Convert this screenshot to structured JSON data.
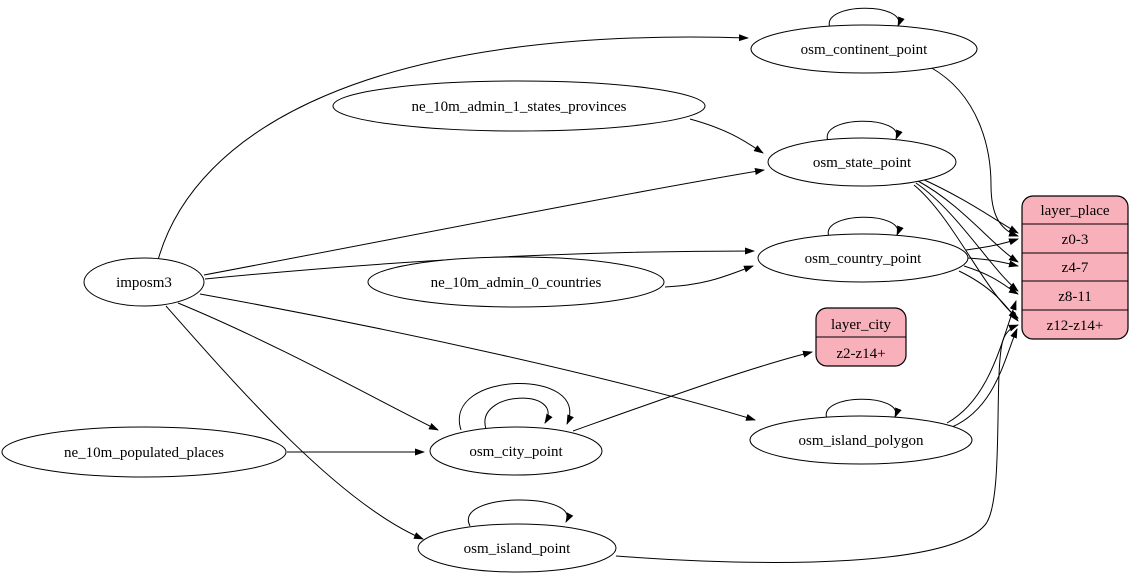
{
  "diagram": {
    "type": "etl-dataflow-graph",
    "background_color": "#ffffff",
    "node_fill": "#ffffff",
    "record_fill": "#f8b0bb",
    "stroke_color": "#000000",
    "nodes": {
      "imposm3": {
        "label": "imposm3",
        "shape": "ellipse"
      },
      "ne_10m_admin_1_states_provinces": {
        "label": "ne_10m_admin_1_states_provinces",
        "shape": "ellipse"
      },
      "ne_10m_admin_0_countries": {
        "label": "ne_10m_admin_0_countries",
        "shape": "ellipse"
      },
      "ne_10m_populated_places": {
        "label": "ne_10m_populated_places",
        "shape": "ellipse"
      },
      "osm_continent_point": {
        "label": "osm_continent_point",
        "shape": "ellipse"
      },
      "osm_state_point": {
        "label": "osm_state_point",
        "shape": "ellipse"
      },
      "osm_country_point": {
        "label": "osm_country_point",
        "shape": "ellipse"
      },
      "osm_city_point": {
        "label": "osm_city_point",
        "shape": "ellipse"
      },
      "osm_island_polygon": {
        "label": "osm_island_polygon",
        "shape": "ellipse"
      },
      "osm_island_point": {
        "label": "osm_island_point",
        "shape": "ellipse"
      }
    },
    "records": {
      "layer_city": {
        "header": "layer_city",
        "rows": [
          "z2-z14+"
        ]
      },
      "layer_place": {
        "header": "layer_place",
        "rows": [
          "z0-3",
          "z4-7",
          "z8-11",
          "z12-z14+"
        ]
      }
    },
    "edges": [
      {
        "from": "imposm3",
        "to": "osm_continent_point"
      },
      {
        "from": "imposm3",
        "to": "osm_state_point"
      },
      {
        "from": "imposm3",
        "to": "osm_country_point"
      },
      {
        "from": "imposm3",
        "to": "osm_city_point"
      },
      {
        "from": "imposm3",
        "to": "osm_island_polygon"
      },
      {
        "from": "imposm3",
        "to": "osm_island_point"
      },
      {
        "from": "ne_10m_admin_1_states_provinces",
        "to": "osm_state_point"
      },
      {
        "from": "ne_10m_admin_0_countries",
        "to": "osm_country_point"
      },
      {
        "from": "ne_10m_populated_places",
        "to": "osm_city_point"
      },
      {
        "from": "osm_continent_point",
        "to": "osm_continent_point",
        "type": "self-loop"
      },
      {
        "from": "osm_state_point",
        "to": "osm_state_point",
        "type": "self-loop"
      },
      {
        "from": "osm_country_point",
        "to": "osm_country_point",
        "type": "self-loop"
      },
      {
        "from": "osm_city_point",
        "to": "osm_city_point",
        "type": "self-loop"
      },
      {
        "from": "osm_city_point",
        "to": "osm_city_point",
        "type": "self-loop-outer"
      },
      {
        "from": "osm_island_polygon",
        "to": "osm_island_polygon",
        "type": "self-loop"
      },
      {
        "from": "osm_island_point",
        "to": "osm_island_point",
        "type": "self-loop"
      },
      {
        "from": "osm_continent_point",
        "to": "layer_place:z0-3"
      },
      {
        "from": "osm_state_point",
        "to": "layer_place:z0-3"
      },
      {
        "from": "osm_state_point",
        "to": "layer_place:z4-7"
      },
      {
        "from": "osm_state_point",
        "to": "layer_place:z8-11"
      },
      {
        "from": "osm_state_point",
        "to": "layer_place:z12-z14+"
      },
      {
        "from": "osm_country_point",
        "to": "layer_place:z0-3"
      },
      {
        "from": "osm_country_point",
        "to": "layer_place:z4-7"
      },
      {
        "from": "osm_country_point",
        "to": "layer_place:z8-11"
      },
      {
        "from": "osm_country_point",
        "to": "layer_place:z12-z14+"
      },
      {
        "from": "osm_island_polygon",
        "to": "layer_place:z8-11"
      },
      {
        "from": "osm_island_polygon",
        "to": "layer_place:z12-z14+"
      },
      {
        "from": "osm_island_point",
        "to": "layer_place:z12-z14+"
      },
      {
        "from": "osm_city_point",
        "to": "layer_city:z2-z14+"
      }
    ]
  }
}
